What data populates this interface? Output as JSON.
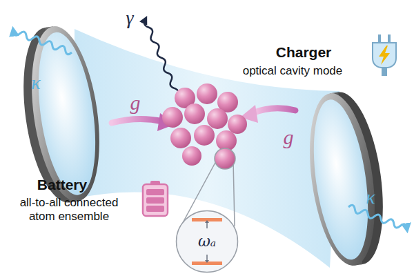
{
  "diagram": {
    "nodes": [
      {
        "text": [
          "ωₐ"
        ]
      }
    ],
    "labels": [
      "γ",
      "κ",
      "κ",
      "g",
      "g",
      "Charger",
      "optical cavity mode",
      "Battery",
      "all-to-all connected atom ensemble"
    ]
  }
}
